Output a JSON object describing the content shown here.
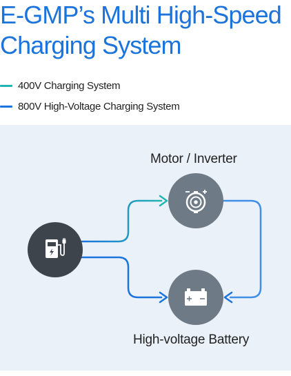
{
  "title": {
    "line1": "E-GMP’s Multi High-Speed",
    "line2": "Charging System"
  },
  "legend": {
    "items": [
      {
        "label": "400V Charging System",
        "color": "#22b5b0"
      },
      {
        "label": "800V High-Voltage Charging System",
        "color": "#1b73dc"
      }
    ]
  },
  "diagram": {
    "background": "#eaf1f9",
    "nodes": {
      "charger": {
        "icon": "ev-charger-icon",
        "color": "#3e444b"
      },
      "motor": {
        "label": "Motor / Inverter",
        "icon": "motor-icon",
        "color": "#6e7a86"
      },
      "battery": {
        "label": "High-voltage Battery",
        "icon": "battery-icon",
        "color": "#6e7a86"
      }
    },
    "flows": [
      {
        "from": "charger",
        "to": "motor",
        "system": "400V",
        "color": "#22b5b0"
      },
      {
        "from": "charger",
        "to": "battery",
        "system": "800V",
        "color": "#1b73dc"
      },
      {
        "from": "motor",
        "to": "battery",
        "system": "800V",
        "color": "#1b73dc"
      }
    ]
  }
}
